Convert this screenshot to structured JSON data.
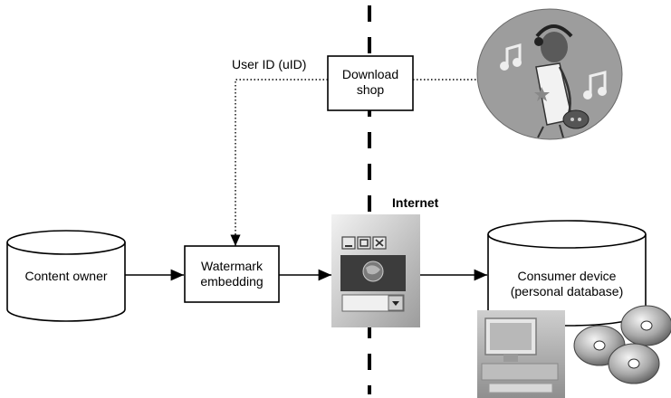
{
  "nodes": {
    "content_owner": "Content owner",
    "watermark_line1": "Watermark",
    "watermark_line2": "embedding",
    "download_line1": "Download",
    "download_line2": "shop",
    "consumer_line1": "Consumer device",
    "consumer_line2": "(personal database)"
  },
  "labels": {
    "user_id": "User ID (uID)",
    "internet": "Internet"
  },
  "colors": {
    "line": "#000000",
    "dark_gray": "#4a4a4a",
    "mid_gray": "#9a9a9a",
    "light_gray": "#d4d4d4"
  },
  "icons": {
    "user": "person-with-headphones-illustration",
    "internet": "browser-window-icon",
    "discs": "cd-disc-icons",
    "computer": "desktop-computer-photo"
  }
}
